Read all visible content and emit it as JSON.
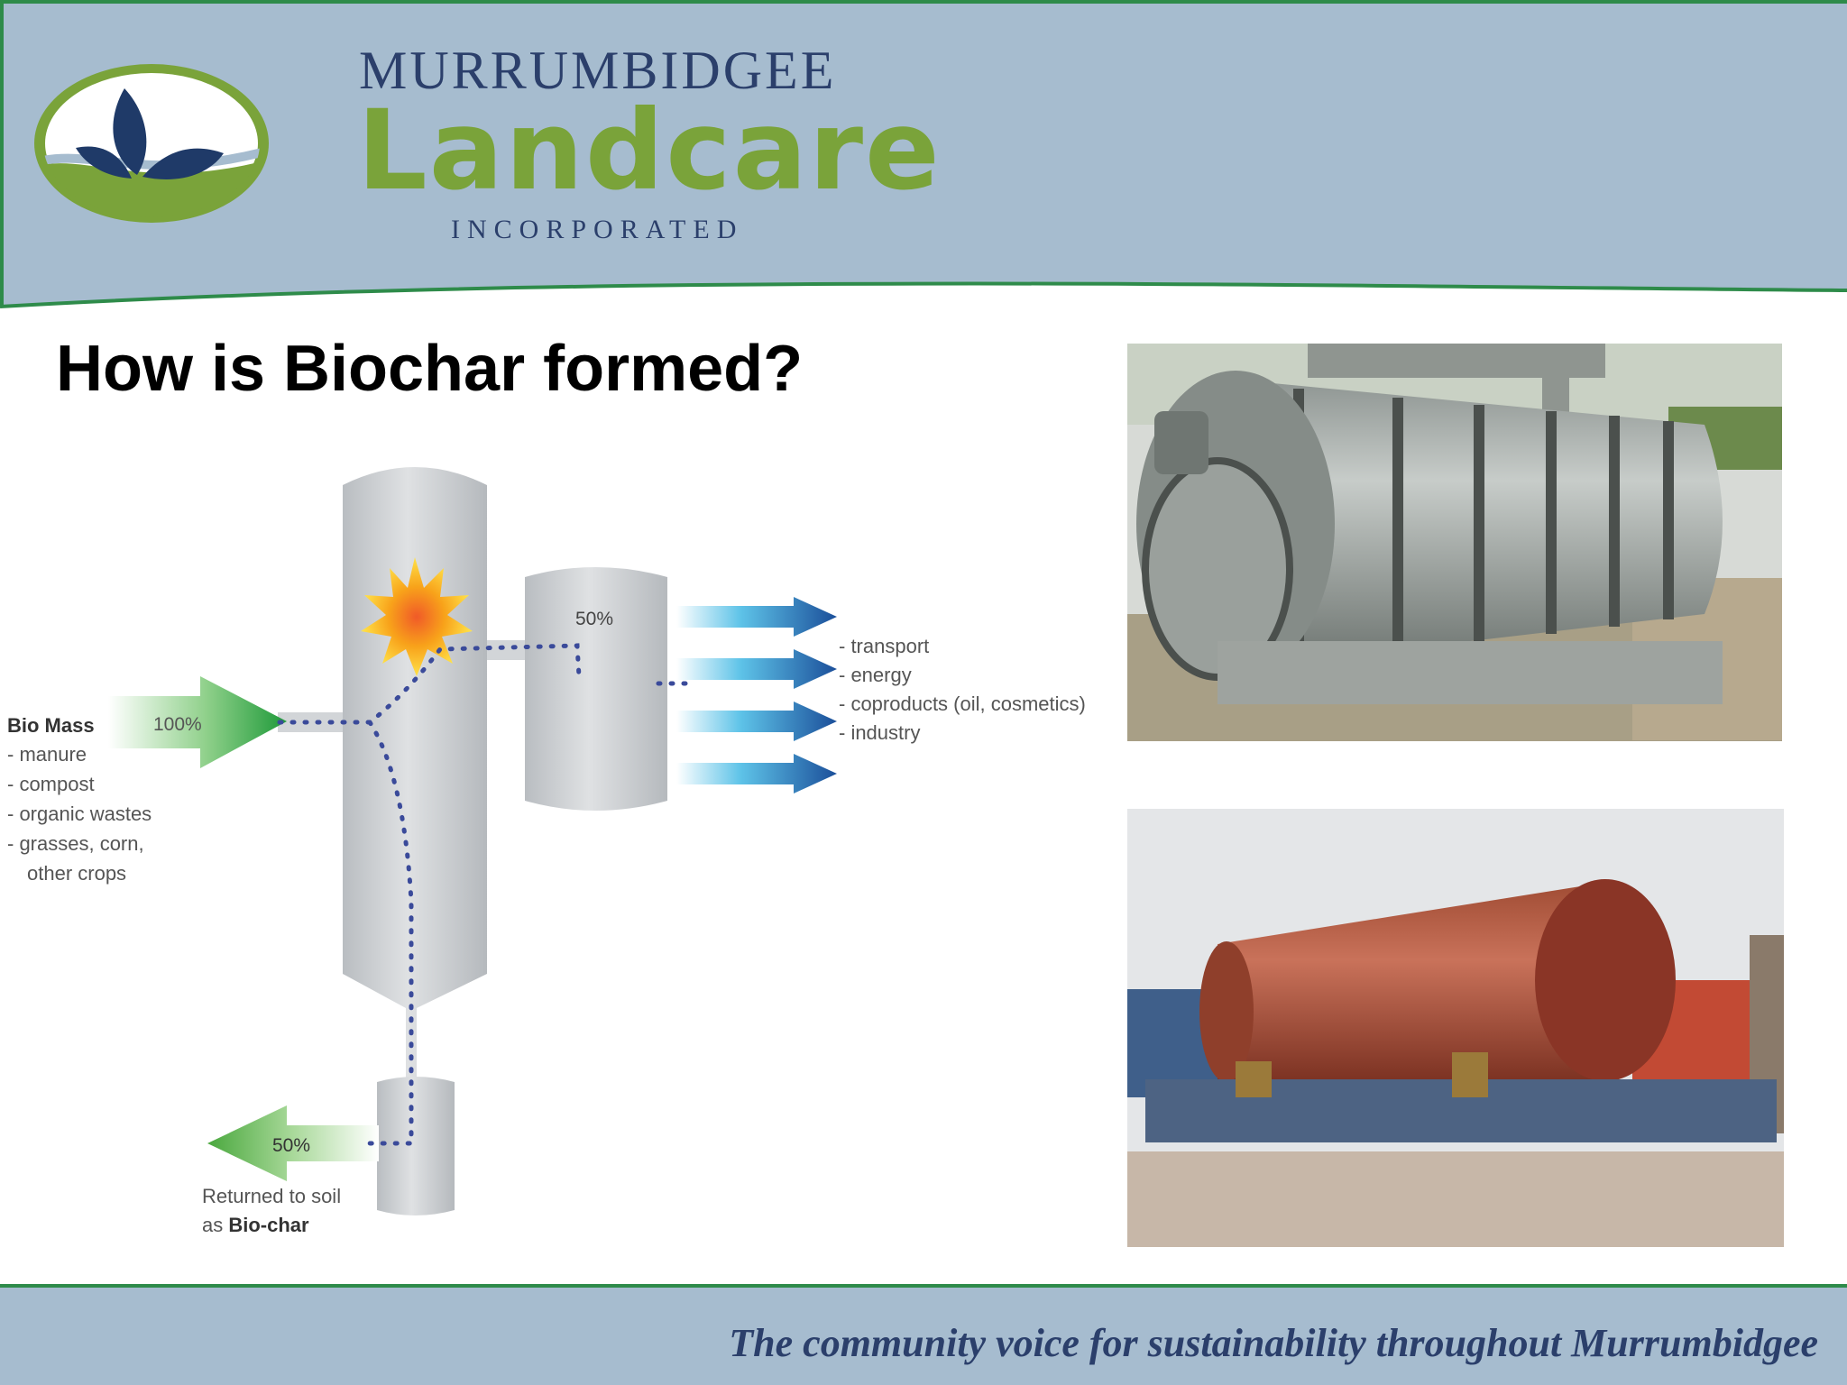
{
  "header": {
    "brand_top": "MURRUMBIDGEE",
    "brand_main": "Landcare",
    "brand_sub": "INCORPORATED",
    "bg_color": "#a6bccf",
    "accent_green": "#2e8b4a"
  },
  "slide": {
    "title": "How is Biochar formed?"
  },
  "diagram": {
    "input": {
      "title": "Bio Mass",
      "percent": "100%",
      "items": [
        "- manure",
        "- compost",
        "- organic wastes",
        "- grasses, corn,",
        "other crops"
      ]
    },
    "gas_output": {
      "percent": "50%",
      "uses": [
        "- transport",
        "- energy",
        "- coproducts (oil, cosmetics)",
        "- industry"
      ]
    },
    "char_output": {
      "percent": "50%",
      "line1": "Returned to soil",
      "line2_prefix": "as ",
      "line2_bold": "Bio-char"
    }
  },
  "photos": {
    "top": "pyrolysis-reactor-grey",
    "bottom": "pyrolysis-reactor-rust"
  },
  "footer": {
    "tagline": "The community voice for sustainability throughout Murrumbidgee"
  }
}
